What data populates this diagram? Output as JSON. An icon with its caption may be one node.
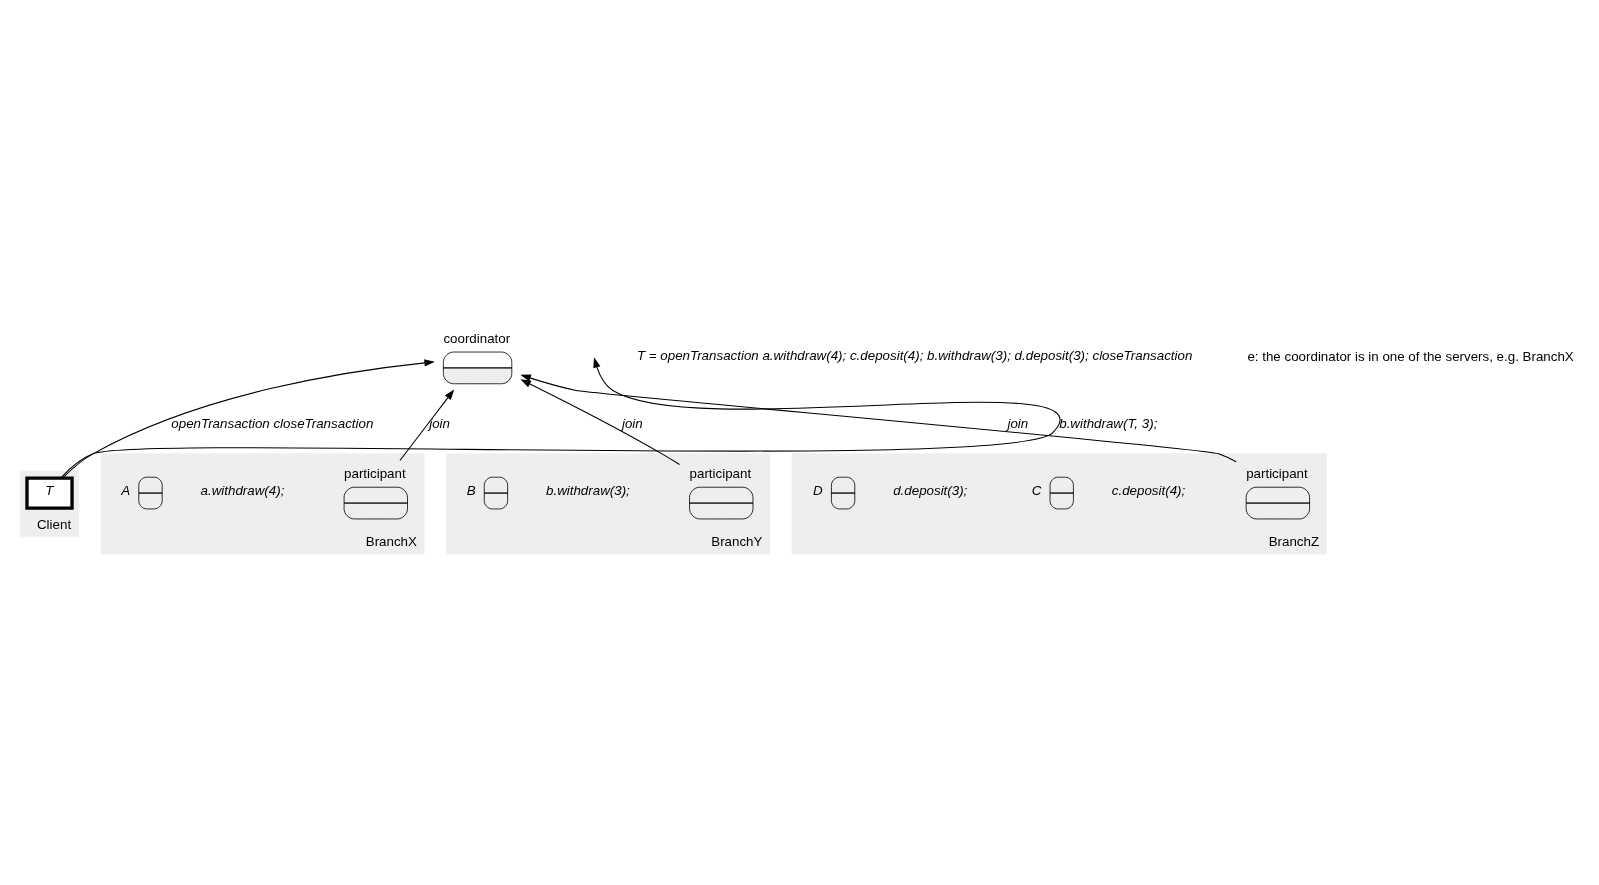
{
  "diagram": {
    "nodes": [
      {
        "text": [
          "coordinator"
        ]
      },
      {
        "text": [
          "Client"
        ]
      },
      {
        "text": [
          "T"
        ],
        "in": 1
      },
      {
        "text": [
          "BranchX"
        ]
      },
      {
        "text": [
          "participant"
        ],
        "in": 3
      },
      {
        "text": [
          "A"
        ],
        "in": 3,
        "beside": [
          "a.withdraw(4);"
        ]
      },
      {
        "text": [
          "BranchY"
        ]
      },
      {
        "text": [
          "participant"
        ],
        "in": 6
      },
      {
        "text": [
          "B"
        ],
        "in": 6,
        "beside": [
          "b.withdraw(3);"
        ]
      },
      {
        "text": [
          "BranchZ"
        ]
      },
      {
        "text": [
          "participant"
        ],
        "in": 9
      },
      {
        "text": [
          "C"
        ],
        "in": 9,
        "beside": [
          "c.deposit(4);"
        ]
      },
      {
        "text": [
          "D"
        ],
        "in": 9,
        "beside": [
          "d.deposit(3);"
        ]
      }
    ],
    "edges": [
      {
        "from": 2,
        "to": 0,
        "arrow": "to",
        "label": "openTransaction closeTransaction"
      },
      {
        "from": 2,
        "to": null,
        "arrow": "to",
        "label": "b.withdraw(T, 3);"
      },
      {
        "from": 4,
        "to": 0,
        "arrow": "to",
        "label": "join"
      },
      {
        "from": 7,
        "to": 0,
        "arrow": "to",
        "label": "join"
      },
      {
        "from": 10,
        "to": 0,
        "arrow": "to",
        "label": "join"
      }
    ],
    "labels": [
      "T = openTransaction a.withdraw(4); c.deposit(4); b.withdraw(3); d.deposit(3); closeTransaction",
      "e: the coordinator is in one of the servers, e.g. BranchX"
    ]
  }
}
